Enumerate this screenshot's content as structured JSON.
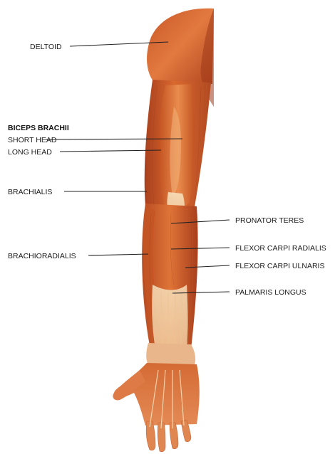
{
  "labels": {
    "deltoid": "DELTOID",
    "biceps_brachii": "BICEPS BRACHII",
    "short_head": "SHORT HEAD",
    "long_head": "LONG HEAD",
    "brachialis": "BRACHIALIS",
    "brachioradialis": "BRACHIORADIALIS",
    "pronator_teres": "PRONATOR TERES",
    "flexor_carpi_radialis": "FLEXOR CARPI RADIALIS",
    "flexor_carpi_ulnaris": "FLEXOR CARPI ULNARIS",
    "palmaris_longus": "PALMARIS LONGUS"
  },
  "colors": {
    "muscle_dark": "#a8401e",
    "muscle_mid": "#cf5f2c",
    "muscle_light": "#e8874c",
    "tendon": "#f3dcb8",
    "leader_line": "#222222"
  }
}
